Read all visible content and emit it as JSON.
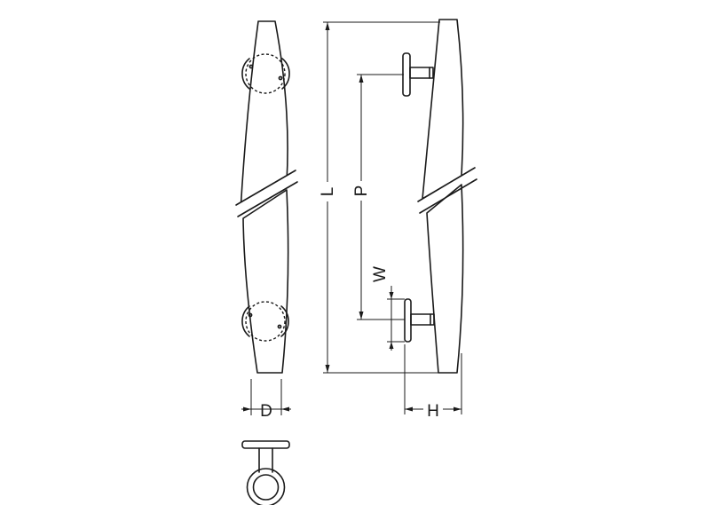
{
  "dimensions": {
    "length": "L",
    "pitch": "P",
    "width": "W",
    "diameter": "D",
    "height": "H"
  },
  "colors": {
    "line": "#1a1a1a",
    "background": "#ffffff"
  }
}
